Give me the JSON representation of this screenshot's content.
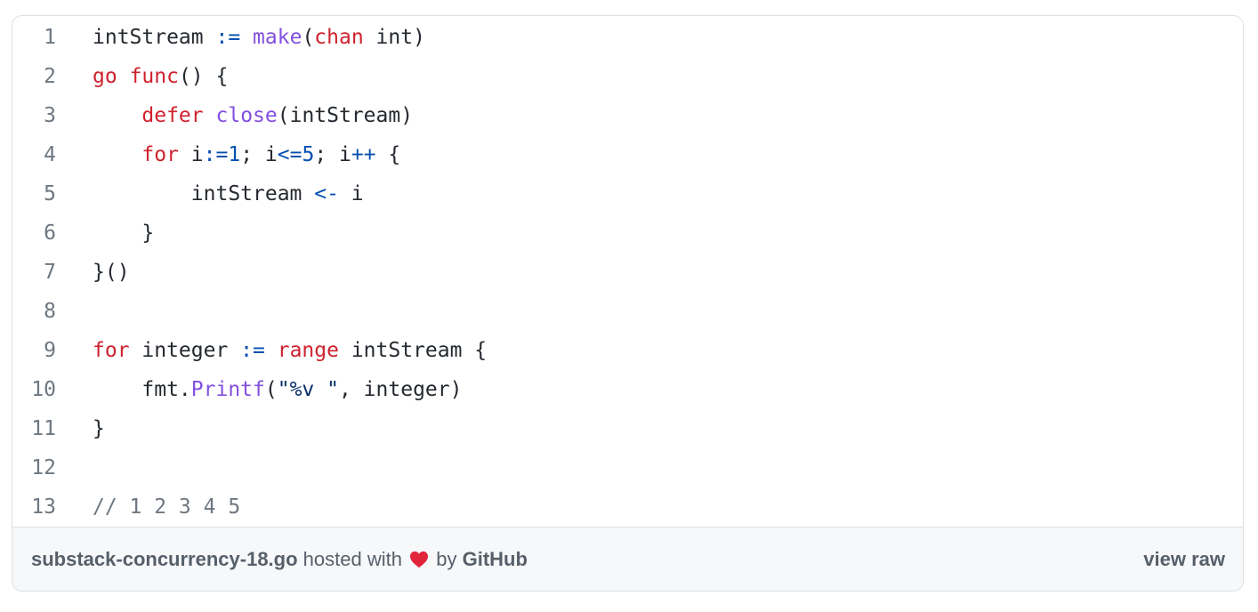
{
  "code": {
    "lines": [
      {
        "n": "1",
        "tokens": [
          {
            "t": "intStream ",
            "c": ""
          },
          {
            "t": ":=",
            "c": "op"
          },
          {
            "t": " ",
            "c": ""
          },
          {
            "t": "make",
            "c": "fn"
          },
          {
            "t": "(",
            "c": ""
          },
          {
            "t": "chan",
            "c": "kw"
          },
          {
            "t": " int)",
            "c": ""
          }
        ]
      },
      {
        "n": "2",
        "tokens": [
          {
            "t": "go",
            "c": "kw"
          },
          {
            "t": " ",
            "c": ""
          },
          {
            "t": "func",
            "c": "kw"
          },
          {
            "t": "() {",
            "c": ""
          }
        ]
      },
      {
        "n": "3",
        "tokens": [
          {
            "t": "    ",
            "c": ""
          },
          {
            "t": "defer",
            "c": "kw"
          },
          {
            "t": " ",
            "c": ""
          },
          {
            "t": "close",
            "c": "fn"
          },
          {
            "t": "(intStream)",
            "c": ""
          }
        ]
      },
      {
        "n": "4",
        "tokens": [
          {
            "t": "    ",
            "c": ""
          },
          {
            "t": "for",
            "c": "kw"
          },
          {
            "t": " i",
            "c": ""
          },
          {
            "t": ":=",
            "c": "op"
          },
          {
            "t": "1",
            "c": "num"
          },
          {
            "t": "; i",
            "c": ""
          },
          {
            "t": "<=",
            "c": "op"
          },
          {
            "t": "5",
            "c": "num"
          },
          {
            "t": "; i",
            "c": ""
          },
          {
            "t": "++",
            "c": "op"
          },
          {
            "t": " {",
            "c": ""
          }
        ]
      },
      {
        "n": "5",
        "tokens": [
          {
            "t": "        intStream ",
            "c": ""
          },
          {
            "t": "<-",
            "c": "op"
          },
          {
            "t": " i",
            "c": ""
          }
        ]
      },
      {
        "n": "6",
        "tokens": [
          {
            "t": "    }",
            "c": ""
          }
        ]
      },
      {
        "n": "7",
        "tokens": [
          {
            "t": "}()",
            "c": ""
          }
        ]
      },
      {
        "n": "8",
        "tokens": []
      },
      {
        "n": "9",
        "tokens": [
          {
            "t": "for",
            "c": "kw"
          },
          {
            "t": " integer ",
            "c": ""
          },
          {
            "t": ":=",
            "c": "op"
          },
          {
            "t": " ",
            "c": ""
          },
          {
            "t": "range",
            "c": "kw"
          },
          {
            "t": " intStream {",
            "c": ""
          }
        ]
      },
      {
        "n": "10",
        "tokens": [
          {
            "t": "    fmt.",
            "c": ""
          },
          {
            "t": "Printf",
            "c": "fn"
          },
          {
            "t": "(",
            "c": ""
          },
          {
            "t": "\"%v \"",
            "c": "str"
          },
          {
            "t": ", integer)",
            "c": ""
          }
        ]
      },
      {
        "n": "11",
        "tokens": [
          {
            "t": "}",
            "c": ""
          }
        ]
      },
      {
        "n": "12",
        "tokens": []
      },
      {
        "n": "13",
        "tokens": [
          {
            "t": "// 1 2 3 4 5",
            "c": "cm"
          }
        ]
      }
    ]
  },
  "meta": {
    "filename": "substack-concurrency-18.go",
    "hosted_text": "hosted with",
    "by_text": "by",
    "provider": "GitHub",
    "view_raw": "view raw",
    "heart_icon": "heart-icon",
    "heart_color": "#e0243a"
  },
  "colors": {
    "keyword": "#cf222e",
    "function": "#8250df",
    "operator": "#0550ae",
    "string": "#0a3069",
    "comment": "#6e7781",
    "line_number": "#6e7781",
    "text": "#24292f"
  }
}
